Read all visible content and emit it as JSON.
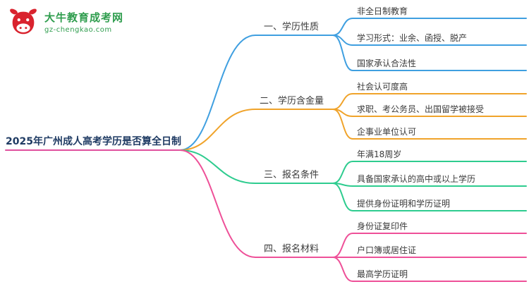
{
  "logo": {
    "title": "大牛教育成考网",
    "subtitle": "gz-chengkao.com",
    "icon": "bull-icon"
  },
  "colors": {
    "logo_green": "#2f9d4e",
    "logo_red": "#d9232e",
    "root_text": "#1f3b63",
    "node_text": "#3a3a3a",
    "background": "#ffffff"
  },
  "root": {
    "label": "2025年广州成人高考学历是否算全日制",
    "line_color": "#e0509e"
  },
  "branches": [
    {
      "label": "一、学历性质",
      "color": "#3f9fe0",
      "children": [
        "非全日制教育",
        "学习形式：业余、函授、脱产",
        "国家承认合法性"
      ]
    },
    {
      "label": "二、学历含金量",
      "color": "#f0a32a",
      "children": [
        "社会认可度高",
        "求职、考公务员、出国留学被接受",
        "企事业单位认可"
      ]
    },
    {
      "label": "三、报名条件",
      "color": "#2ecc8f",
      "children": [
        "年满18周岁",
        "具备国家承认的高中或以上学历",
        "提供身份证明和学历证明"
      ]
    },
    {
      "label": "四、报名材料",
      "color": "#ee5098",
      "children": [
        "身份证复印件",
        "户口簿或居住证",
        "最高学历证明"
      ]
    }
  ]
}
